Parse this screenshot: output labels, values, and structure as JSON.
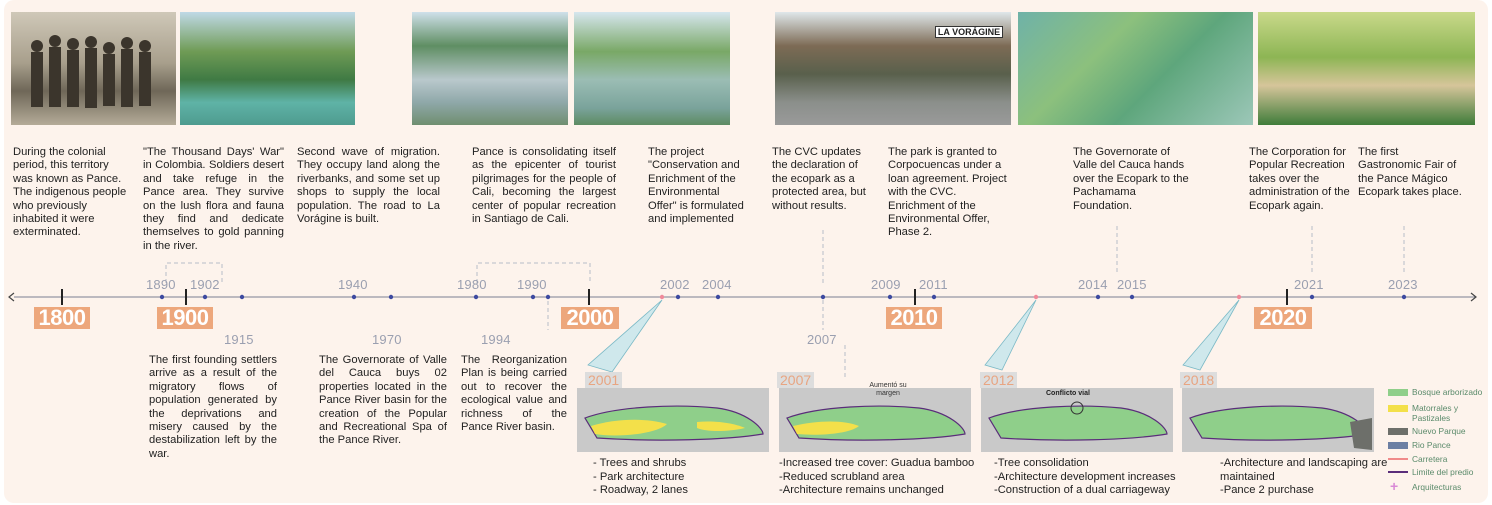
{
  "top_events": [
    {
      "text": "During the colonial period, this territory was known as Pance. The indigenous people who previously inhabited it were exterminated."
    },
    {
      "text": "\"The Thousand Days' War\" in Colombia. Soldiers desert and take refuge in the Pance area. They survive on the lush flora and fauna they find and dedicate themselves to gold panning in the river."
    },
    {
      "text": "Second wave of migration. They occupy land along the riverbanks, and some set up shops to supply the local population. The road to La Vorágine is built."
    },
    {
      "text": "Pance is consolidating itself as the epicenter of tourist pilgrimages for the people of Cali, becoming the largest center of popular recreation in Santiago de Cali."
    },
    {
      "text": "The project \"Conservation and Enrichment of the Environmental Offer\" is formulated and implemented"
    },
    {
      "text": "The CVC updates the declaration of the ecopark as a protected area, but without results."
    },
    {
      "text": "The park is granted to Corpocuencas under a loan agreement. Project with the CVC. Enrichment of the Environmental Offer, Phase 2."
    },
    {
      "text": "The Governorate of Valle del Cauca hands over the Ecopark to the Pachamama Foundation."
    },
    {
      "text": "The Corporation for Popular Recreation takes over the administration of the Ecopark again."
    },
    {
      "text": "The first Gastronomic Fair of the Pance Mágico Ecopark takes place."
    }
  ],
  "bottom_events": [
    {
      "text": "The first founding settlers arrive as a result of the migratory flows of population generated by the deprivations and misery caused by the destabilization left by the war."
    },
    {
      "text": "The Governorate of Valle del Cauca buys 02 properties located in the Pance River basin for the creation of the Popular and Recreational Spa of the Pance River."
    },
    {
      "text": "The Reorganization Plan is being carried out to recover the ecological value and richness of the Pance River basin."
    }
  ],
  "years": [
    "1890",
    "1902",
    "1915",
    "1940",
    "1970",
    "1980",
    "1990",
    "1994",
    "2002",
    "2004",
    "2007",
    "2009",
    "2011",
    "2014",
    "2015",
    "2021",
    "2023"
  ],
  "centuries": [
    "1800",
    "1900",
    "2000",
    "2010",
    "2020"
  ],
  "photo_sign": "LA VORÁGINE",
  "maps": [
    {
      "year": "2001",
      "annotation": "",
      "bullets": [
        "- Trees and shrubs",
        "- Park architecture",
        "- Roadway, 2 lanes"
      ]
    },
    {
      "year": "2007",
      "annotation": "Aumentó su margen",
      "bullets": [
        "-Increased tree cover: Guadua bamboo",
        "-Reduced scrubland area",
        "-Architecture remains unchanged"
      ]
    },
    {
      "year": "2012",
      "annotation": "Conflicto vial",
      "bullets": [
        "-Tree consolidation",
        "-Architecture development increases",
        "-Construction of a dual carriageway"
      ]
    },
    {
      "year": "2018",
      "annotation": "",
      "bullets": [
        "-Architecture and landscaping are maintained",
        "-Pance 2 purchase"
      ]
    }
  ],
  "legend": [
    {
      "label": "Bosque arborizado",
      "color": "#8fcf8a"
    },
    {
      "label": "Matorrales y Pastizales",
      "color": "#f3e04a"
    },
    {
      "label": "Nuevo Parque",
      "color": "#6d6f6a"
    },
    {
      "label": "Rio Pance",
      "color": "#6c7fa3"
    },
    {
      "label": "Carretera",
      "color": "#f08a8a"
    },
    {
      "label": "Limite del predio",
      "color": "#5a2d7a"
    },
    {
      "label": "Arquitecturas",
      "color": "#d98ad6"
    }
  ],
  "colors": {
    "accent": "#eda77c",
    "panel": "#fdf3ec",
    "axis": "#7a7f92",
    "year_text": "#9a9fb0"
  }
}
